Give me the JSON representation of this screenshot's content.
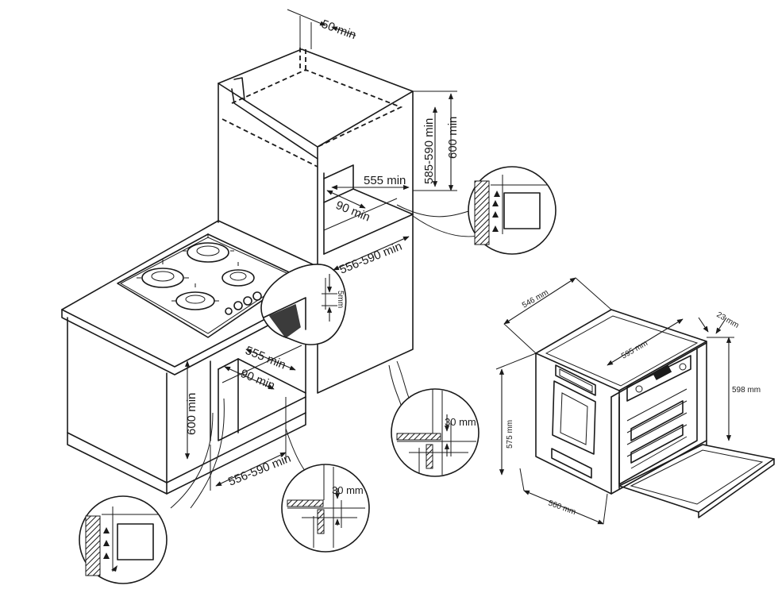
{
  "cabinet_column": {
    "top_gap": "50 min",
    "niche_depth": "555 min",
    "niche_side_gap": "90 min",
    "niche_height_range": "585-590 min",
    "niche_height_total": "600 min",
    "niche_width": "556-590 min"
  },
  "worktop_unit": {
    "cutout_gap": "5mm",
    "niche_depth": "555 min",
    "niche_side_gap": "90 min",
    "niche_height": "600 min",
    "niche_width": "556-590 min"
  },
  "details": {
    "right_base_gap": "30 mm",
    "bottom_base_gap": "30 mm"
  },
  "oven": {
    "depth_top": "546 mm",
    "door_thickness": "23 mm",
    "front_width": "595 mm",
    "total_height": "598 mm",
    "body_height": "575 mm",
    "body_width": "560 mm"
  }
}
